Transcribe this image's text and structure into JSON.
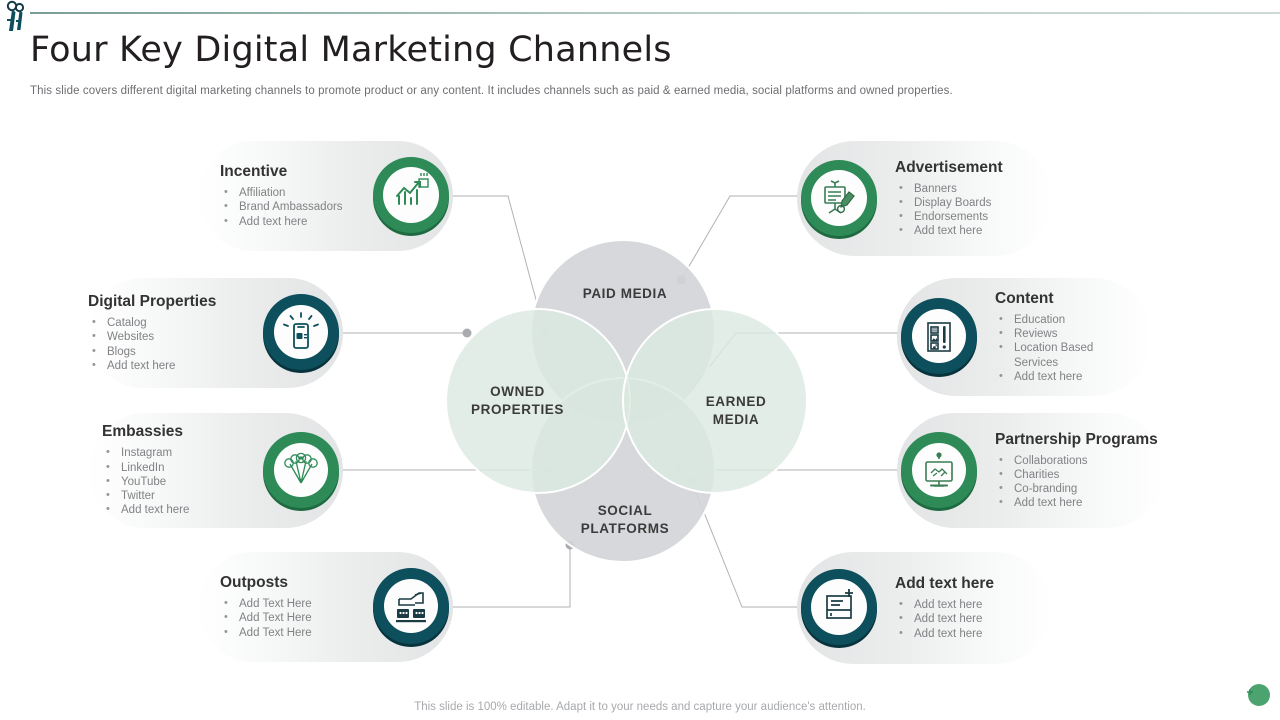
{
  "header": {
    "title": "Four Key Digital Marketing Channels",
    "subtitle": "This slide covers different digital marketing channels to promote product or any content. It includes channels such as paid & earned media, social platforms and owned properties."
  },
  "footer": {
    "note": "This slide is 100% editable. Adapt it to your needs and capture your audience's attention."
  },
  "venn": {
    "paid": "PAID MEDIA",
    "owned_line1": "OWNED",
    "owned_line2": "PROPERTIES",
    "earned_line1": "EARNED",
    "earned_line2": "MEDIA",
    "social_line1": "SOCIAL",
    "social_line2": "PLATFORMS"
  },
  "colors": {
    "green_ring": "#2e8b57",
    "green_ring_dark": "#1f6b41",
    "teal_ring": "#0d4f5c",
    "teal_ring_dark": "#08333d",
    "title_text": "#231f20",
    "body_text": "#808285",
    "venn_gray": "#d3d5d8",
    "venn_green": "#e1ebe4",
    "connector": "#a9abae",
    "top_rule": "#7a9e96"
  },
  "cards": {
    "incentive": {
      "title": "Incentive",
      "icon": "growth-chart-icon",
      "ring": "green",
      "bullets": [
        "Affiliation",
        "Brand Ambassadors",
        "Add text here"
      ]
    },
    "digital_properties": {
      "title": "Digital Properties",
      "icon": "smartphone-icon",
      "ring": "teal",
      "bullets": [
        "Catalog",
        "Websites",
        "Blogs",
        "Add text here"
      ]
    },
    "embassies": {
      "title": "Embassies",
      "icon": "social-network-icon",
      "ring": "green",
      "bullets": [
        "Instagram",
        "LinkedIn",
        "YouTube",
        "Twitter",
        "Add text here"
      ]
    },
    "outposts": {
      "title": "Outposts",
      "icon": "kiosk-icon",
      "ring": "teal",
      "bullets": [
        "Add Text Here",
        "Add Text Here",
        "Add Text Here"
      ]
    },
    "advertisement": {
      "title": "Advertisement",
      "icon": "billboard-pen-icon",
      "ring": "green",
      "bullets": [
        "Banners",
        "Display Boards",
        "Endorsements",
        "Add text here"
      ]
    },
    "content": {
      "title": "Content",
      "icon": "document-list-icon",
      "ring": "teal",
      "bullets": [
        "Education",
        "Reviews",
        "Location Based",
        "Services",
        "Add text here"
      ]
    },
    "partnership_programs": {
      "title": "Partnership Programs",
      "icon": "handshake-monitor-icon",
      "ring": "green",
      "bullets": [
        "Collaborations",
        "Charities",
        "Co-branding",
        "Add text here"
      ]
    },
    "add_text_here": {
      "title": "Add text here",
      "icon": "add-document-icon",
      "ring": "teal",
      "bullets": [
        "Add text here",
        "Add text here",
        "Add text here"
      ]
    }
  }
}
